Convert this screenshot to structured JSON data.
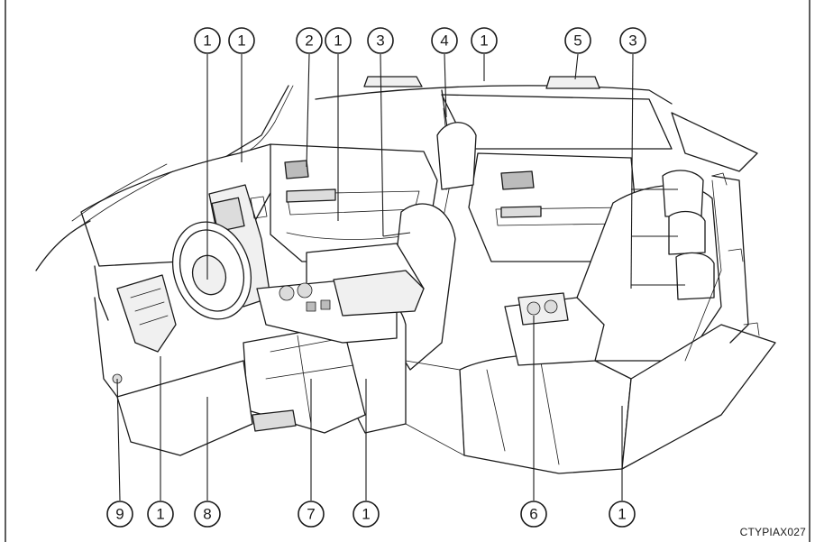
{
  "callouts": [
    {
      "id": "c1",
      "num": "1"
    },
    {
      "id": "c2",
      "num": "1"
    },
    {
      "id": "c3",
      "num": "2"
    },
    {
      "id": "c4",
      "num": "1"
    },
    {
      "id": "c5",
      "num": "3"
    },
    {
      "id": "c6",
      "num": "4"
    },
    {
      "id": "c7",
      "num": "1"
    },
    {
      "id": "c8",
      "num": "5"
    },
    {
      "id": "c9",
      "num": "3"
    },
    {
      "id": "c10",
      "num": "9"
    },
    {
      "id": "c11",
      "num": "1"
    },
    {
      "id": "c12",
      "num": "8"
    },
    {
      "id": "c13",
      "num": "7"
    },
    {
      "id": "c14",
      "num": "1"
    },
    {
      "id": "c15",
      "num": "6"
    },
    {
      "id": "c16",
      "num": "1"
    }
  ],
  "image_code": "CTYPIAX027",
  "colors": {
    "line": "#1a1a1a",
    "background": "#ffffff"
  }
}
